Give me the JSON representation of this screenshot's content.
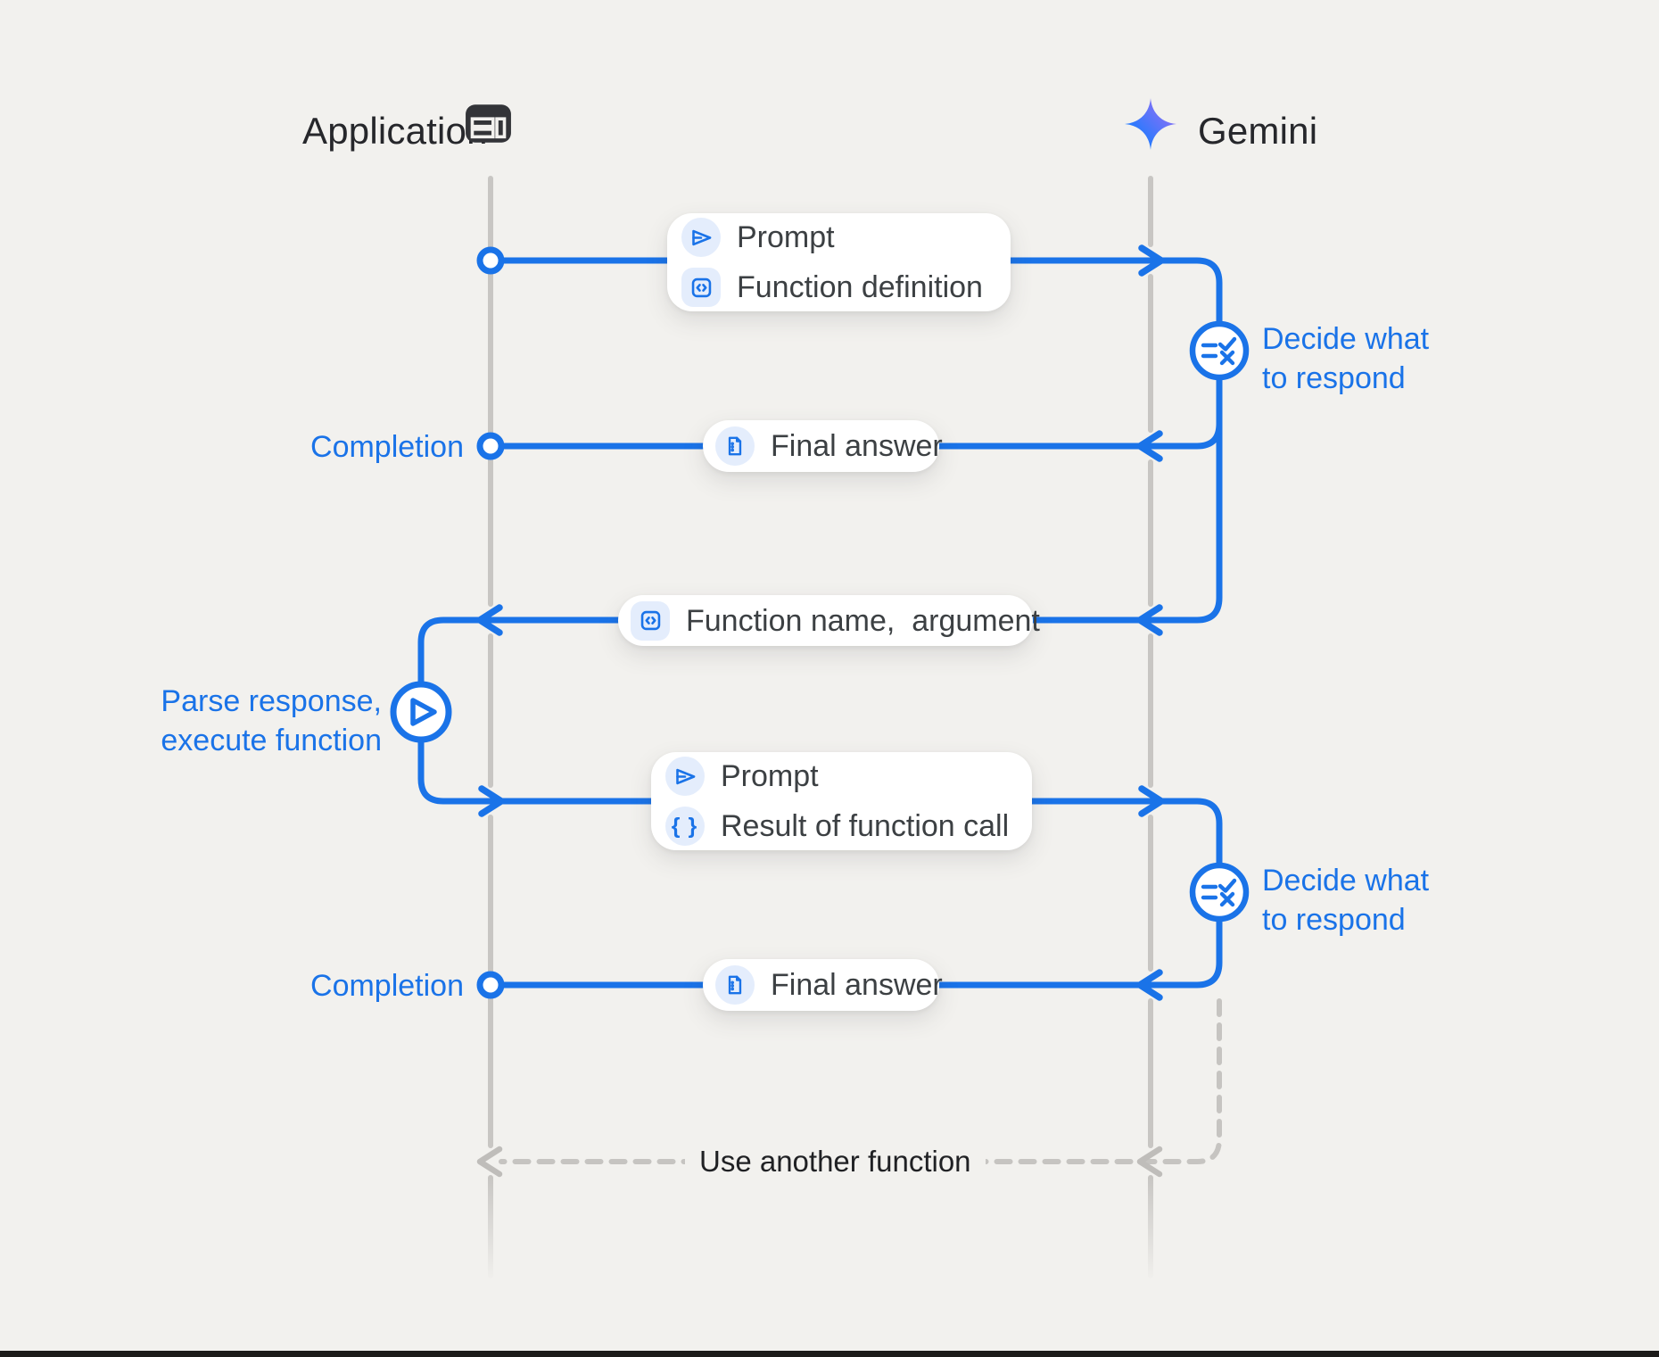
{
  "page": {
    "background": "#f2f1ee",
    "accent_blue": "#1a73e8",
    "lifeline_gray": "#c8c6c3",
    "text_dark": "#3c4043",
    "bottom_bar": "#1c1b1a"
  },
  "actors": {
    "application": {
      "label": "Application",
      "icon": "app-window-icon"
    },
    "gemini": {
      "label": "Gemini",
      "icon": "gemini-sparkle-icon"
    }
  },
  "messages": {
    "prompt1": {
      "rows": [
        {
          "icon": "send-icon",
          "label": "Prompt"
        },
        {
          "icon": "code-icon",
          "label": "Function definition"
        }
      ]
    },
    "final_answer1": {
      "icon": "document-icon",
      "label": "Final answer"
    },
    "function_name": {
      "icon": "code-icon",
      "label": "Function name,  argument"
    },
    "prompt2": {
      "rows": [
        {
          "icon": "send-icon",
          "label": "Prompt"
        },
        {
          "icon": "braces-icon",
          "label": "Result of function call"
        }
      ]
    },
    "final_answer2": {
      "icon": "document-icon",
      "label": "Final answer"
    },
    "loop": {
      "label": "Use another function"
    }
  },
  "annotations": {
    "completion1": {
      "label": "Completion"
    },
    "completion2": {
      "label": "Completion"
    },
    "decide1": {
      "line1": "Decide what",
      "line2": "to respond"
    },
    "decide2": {
      "line1": "Decide what",
      "line2": "to respond"
    },
    "parse": {
      "line1": "Parse response,",
      "line2": "execute function"
    }
  }
}
